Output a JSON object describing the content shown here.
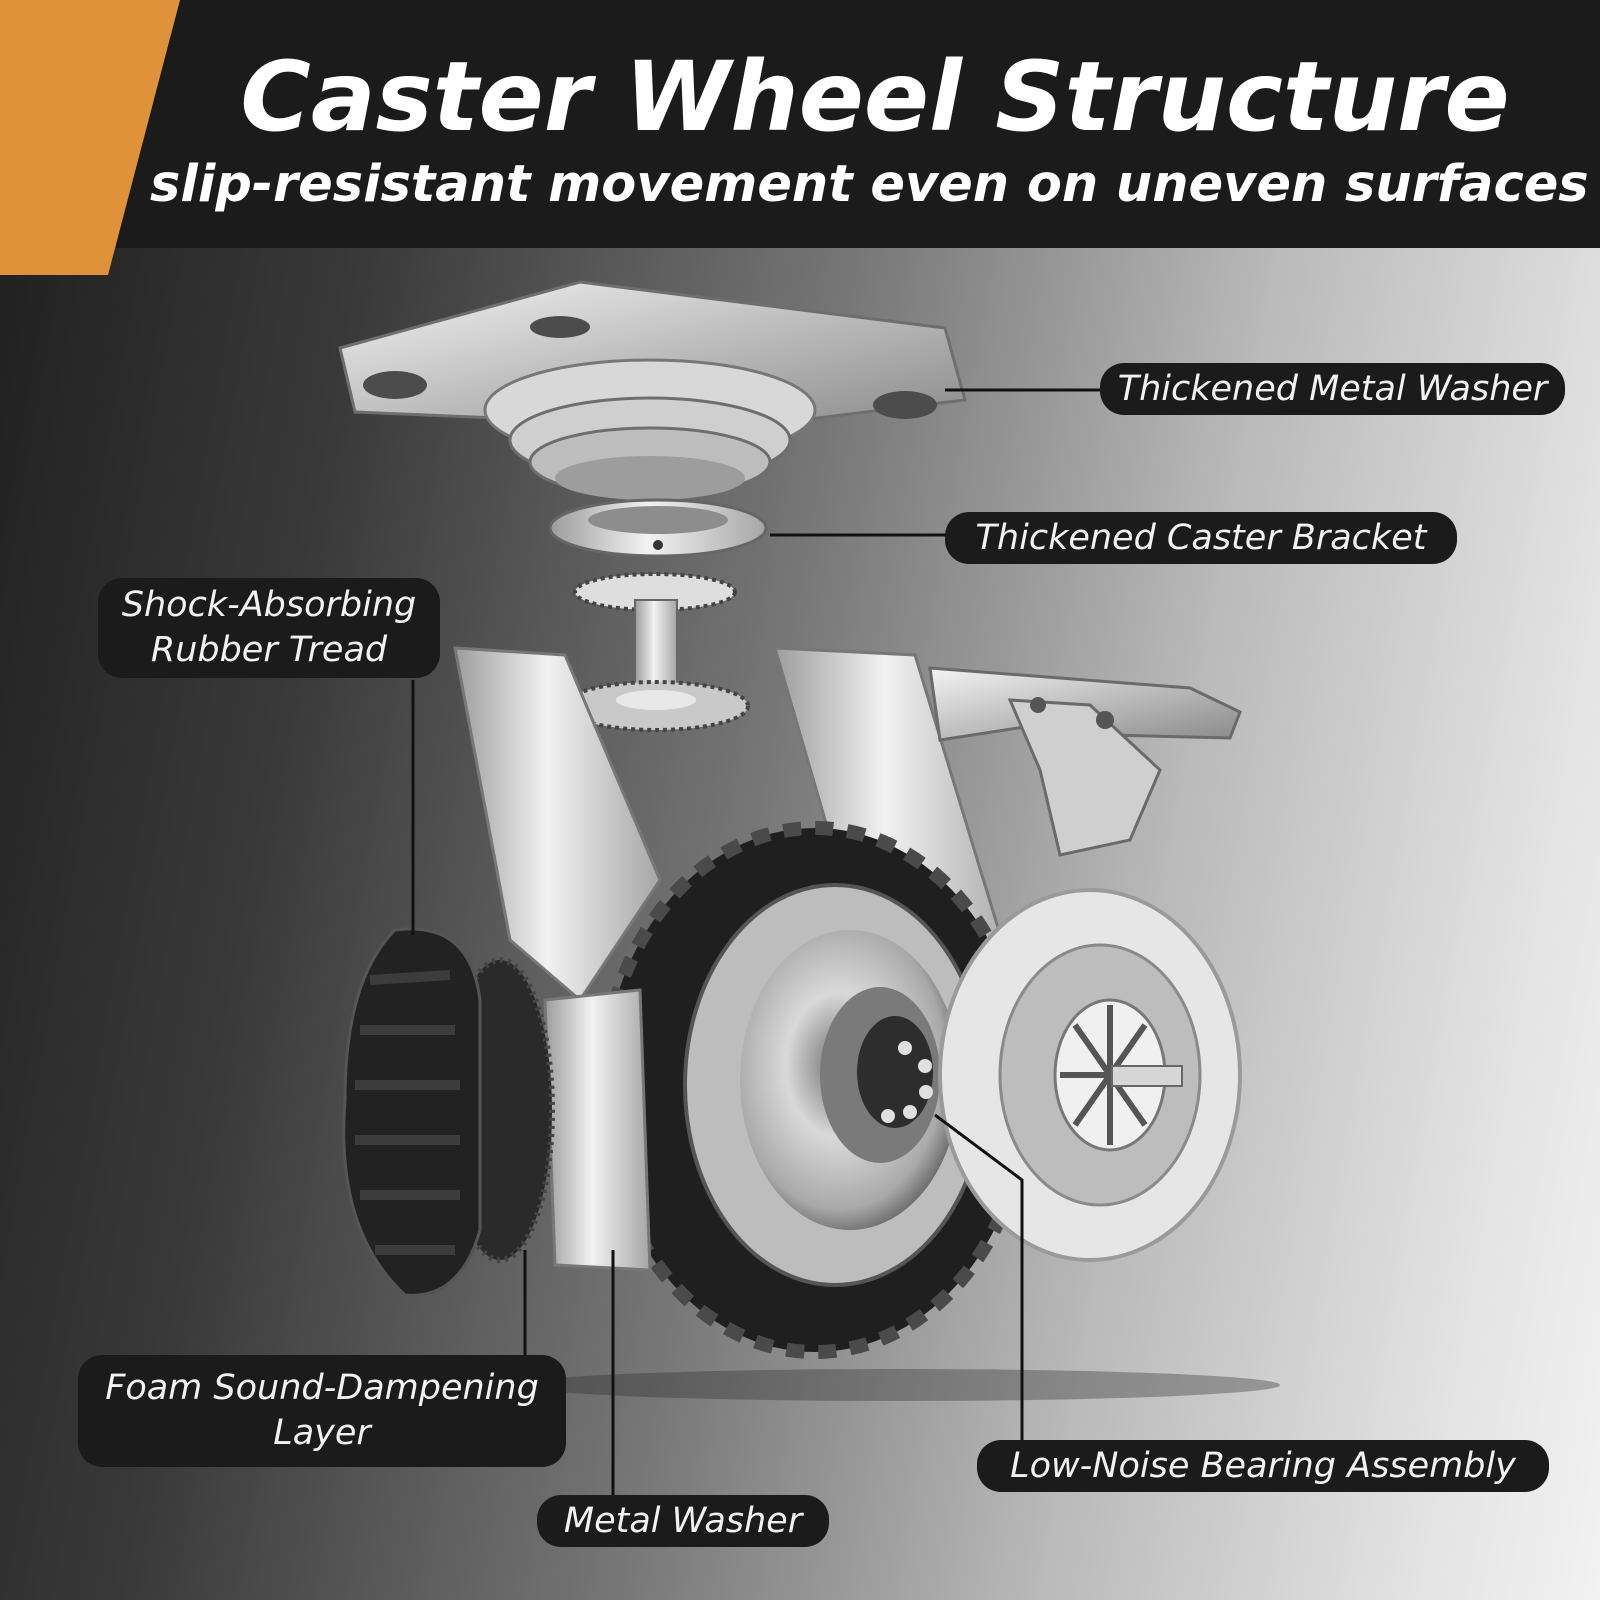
{
  "colors": {
    "header_background": "#1b1b1b",
    "accent": "#e0923a",
    "label_background": "#1b1b1b",
    "label_text": "#f2f2f2",
    "title_text": "#ffffff",
    "leader_line": "#111111"
  },
  "header": {
    "title": "Caster Wheel Structure",
    "subtitle": "slip-resistant movement even on uneven surfaces"
  },
  "labels": {
    "thickened_metal_washer": "Thickened Metal Washer",
    "thickened_caster_bracket": "Thickened Caster Bracket",
    "shock_absorbing_line1": "Shock-Absorbing",
    "shock_absorbing_line2": "Rubber Tread",
    "foam_layer_line1": "Foam Sound-Dampening",
    "foam_layer_line2": "Layer",
    "metal_washer": "Metal Washer",
    "low_noise_bearing": "Low-Noise Bearing Assembly"
  },
  "icons": {
    "illustration": "exploded-caster-wheel-icon"
  }
}
